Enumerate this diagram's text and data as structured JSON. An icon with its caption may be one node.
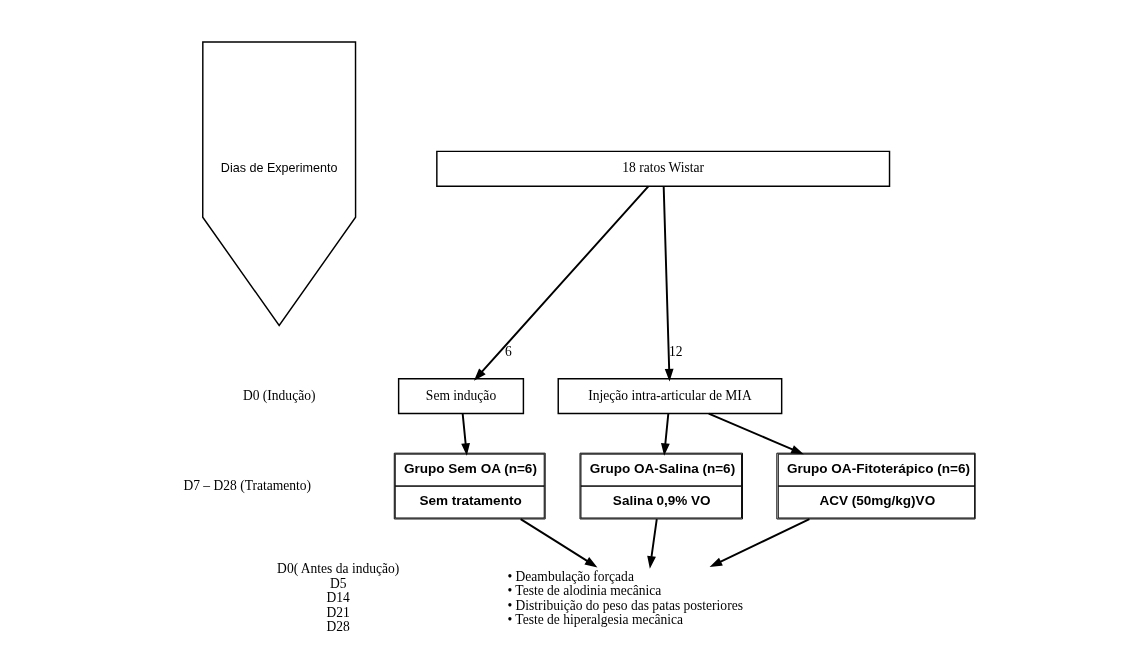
{
  "diagram": {
    "nodes": [
      {
        "text": [
          "18 ratos Wistar"
        ]
      },
      {
        "text": [
          "Sem indução"
        ]
      },
      {
        "text": [
          "Injeção intra-articular de MIA"
        ]
      },
      {
        "text": [
          "Grupo Sem OA (n=6)",
          "Sem tratamento"
        ]
      },
      {
        "text": [
          "Grupo OA-Salina (n=6)",
          "Salina 0,9% VO"
        ]
      },
      {
        "text": [
          "Grupo OA-Fitoterápico (n=6)",
          "ACV (50mg/kg)VO"
        ]
      },
      {
        "text": [
          "• Deambulação forçada",
          "• Teste de alodinia mecânica",
          "• Distribuição do peso das patas posteriores",
          "• Teste de hiperalgesia mecânica"
        ]
      },
      {
        "text": [
          "Dias de Experimento"
        ]
      }
    ],
    "edges": [
      {
        "from": 0,
        "to": 1,
        "arrow": "to",
        "label": "6"
      },
      {
        "from": 0,
        "to": 2,
        "arrow": "to",
        "label": "12"
      },
      {
        "from": 1,
        "to": 3,
        "arrow": "to"
      },
      {
        "from": 2,
        "to": 4,
        "arrow": "to"
      },
      {
        "from": 2,
        "to": 5,
        "arrow": "to"
      },
      {
        "from": 3,
        "to": 6,
        "arrow": "to"
      },
      {
        "from": 4,
        "to": 6,
        "arrow": "to"
      },
      {
        "from": 5,
        "to": 6,
        "arrow": "to"
      }
    ],
    "labels": [
      "D0 (Indução)",
      "D7 – D28 (Tratamento)",
      "D0( Antes da indução)",
      "D5",
      "D14",
      "D21",
      "D28"
    ]
  }
}
